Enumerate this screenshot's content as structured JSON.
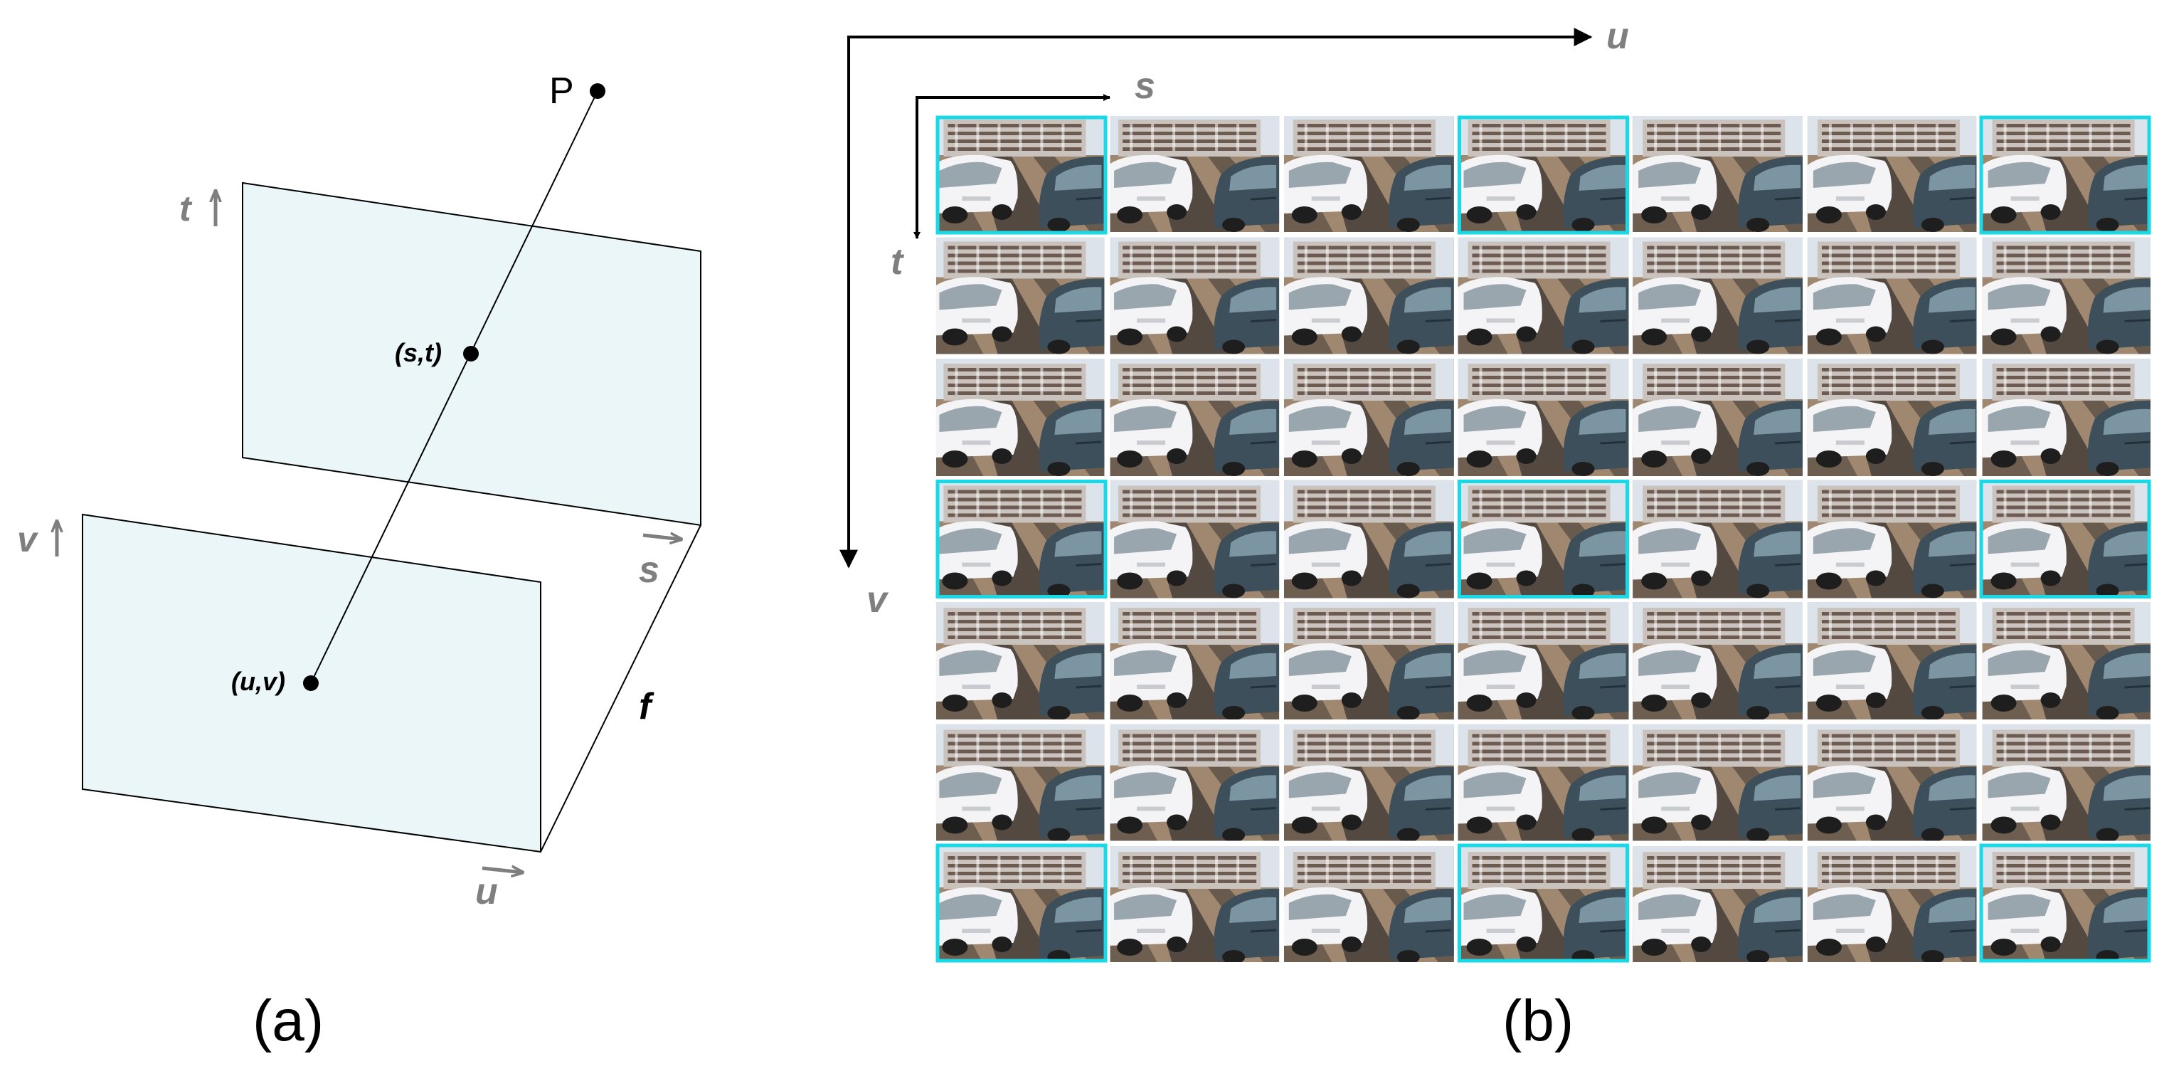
{
  "panel_a": {
    "caption": "(a)",
    "point_label": "P",
    "plane_st": {
      "axis_horizontal": "s",
      "axis_vertical": "t",
      "point_label": "(s,t)"
    },
    "plane_uv": {
      "axis_horizontal": "u",
      "axis_vertical": "v",
      "point_label": "(u,v)"
    },
    "distance_label": "f",
    "colors": {
      "plane_fill": "#eaf6f7",
      "outline": "#000000",
      "axis_label": "#7f7f7f"
    }
  },
  "panel_b": {
    "caption": "(b)",
    "outer_axis_horizontal": "u",
    "outer_axis_vertical": "v",
    "inner_axis_horizontal": "s",
    "inner_axis_vertical": "t",
    "grid": {
      "rows": 7,
      "cols": 7,
      "highlighted_rows": [
        0,
        3,
        6
      ],
      "highlighted_cols": [
        0,
        3,
        6
      ]
    },
    "colors": {
      "highlight_border": "#19d9e6",
      "sky": "#dde3ea",
      "building": "#c9c2bd",
      "windows": "#6d5b52",
      "ground": "#a08870",
      "shadow": "#3a3430",
      "car_white": "#f4f4f6",
      "car_dark": "#3c4f5a",
      "tire": "#1e1e1e"
    }
  }
}
